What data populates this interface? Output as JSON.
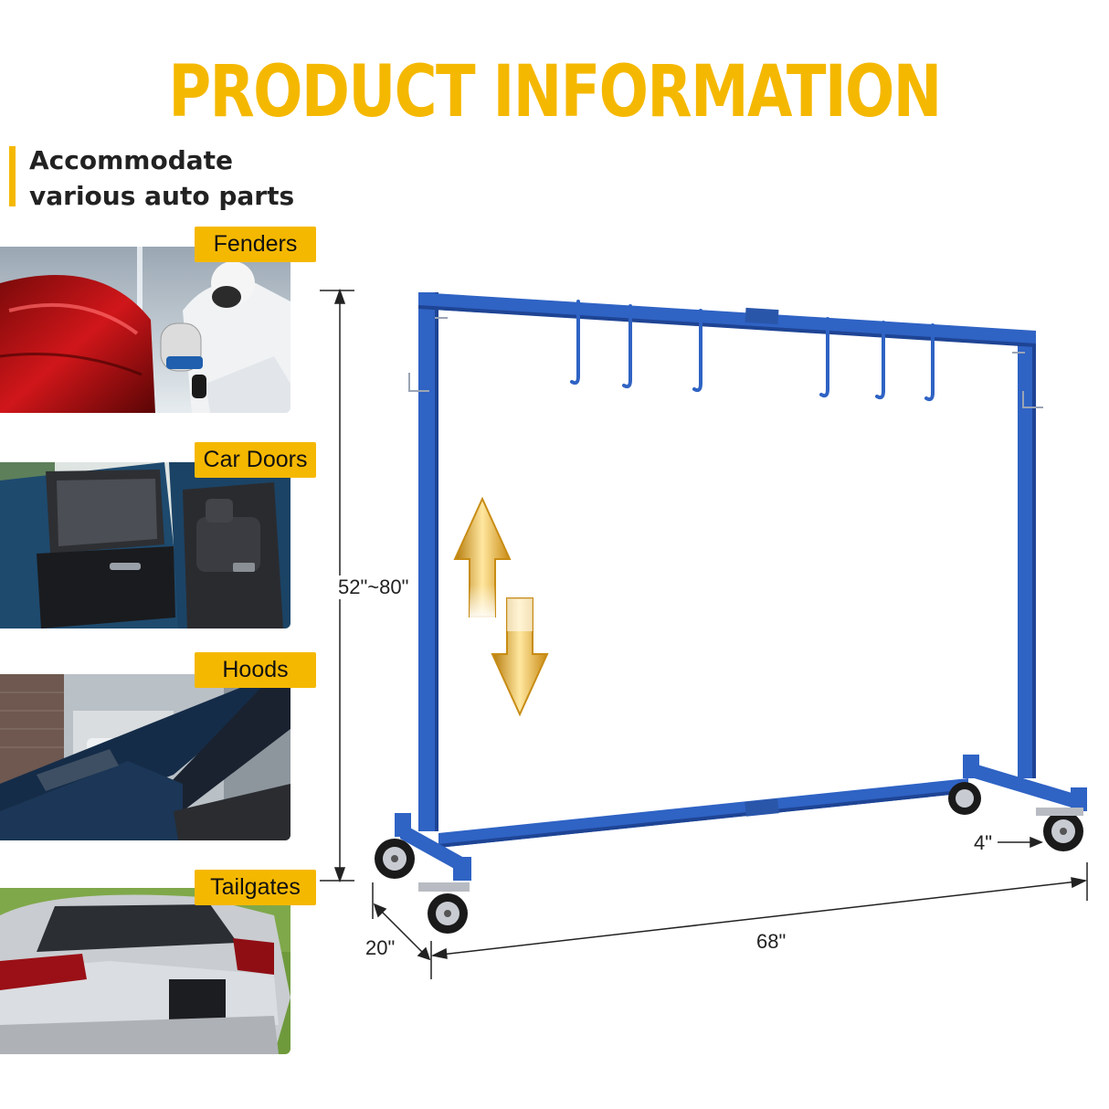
{
  "header": {
    "title": "PRODUCT INFORMATION",
    "subtitle_line1": "Accommodate",
    "subtitle_line2": "various auto parts"
  },
  "gallery": {
    "items": [
      {
        "label": "Fenders"
      },
      {
        "label": "Car Doors"
      },
      {
        "label": "Hoods"
      },
      {
        "label": "Tailgates"
      }
    ]
  },
  "dimensions": {
    "height": "52\"~80\"",
    "depth": "20\"",
    "width": "68\"",
    "leg_offset": "4\""
  },
  "colors": {
    "accent": "#F5B800",
    "frame_blue": "#2F63C4",
    "frame_blue_dark": "#1E4494",
    "label_bg": "#F5B800"
  },
  "icons": [
    "height-adjust-arrows-icon",
    "caster-wheel-icon",
    "hanging-hook-icon"
  ]
}
